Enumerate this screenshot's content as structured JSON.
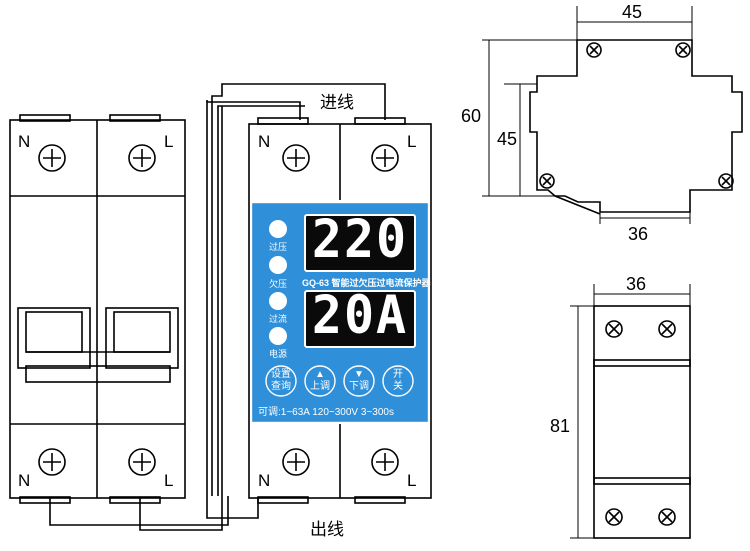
{
  "wiring": {
    "in_label": "进线",
    "out_label": "出线",
    "terminal_n": "N",
    "terminal_l": "L"
  },
  "device": {
    "voltage_display": "220",
    "current_display": "20A",
    "model_line": "GQ-63 智能过欠压过电流保护器",
    "indicators": [
      "过压",
      "欠压",
      "过流",
      "电源"
    ],
    "buttons": [
      {
        "top": "设置",
        "bottom": "查询"
      },
      {
        "top": "▲",
        "bottom": "上调"
      },
      {
        "top": "▼",
        "bottom": "下调"
      },
      {
        "top": "开",
        "bottom": "关"
      }
    ],
    "range_line": "可调:1~63A  120~300V  3~300s",
    "colors": {
      "panel": "#2f8fd8",
      "lcd": "#0a0a0a"
    }
  },
  "dimensions": {
    "side_width": "45",
    "side_height_outer": "60",
    "side_height_inner": "45",
    "side_rail": "36",
    "front_width": "36",
    "front_height": "81"
  }
}
